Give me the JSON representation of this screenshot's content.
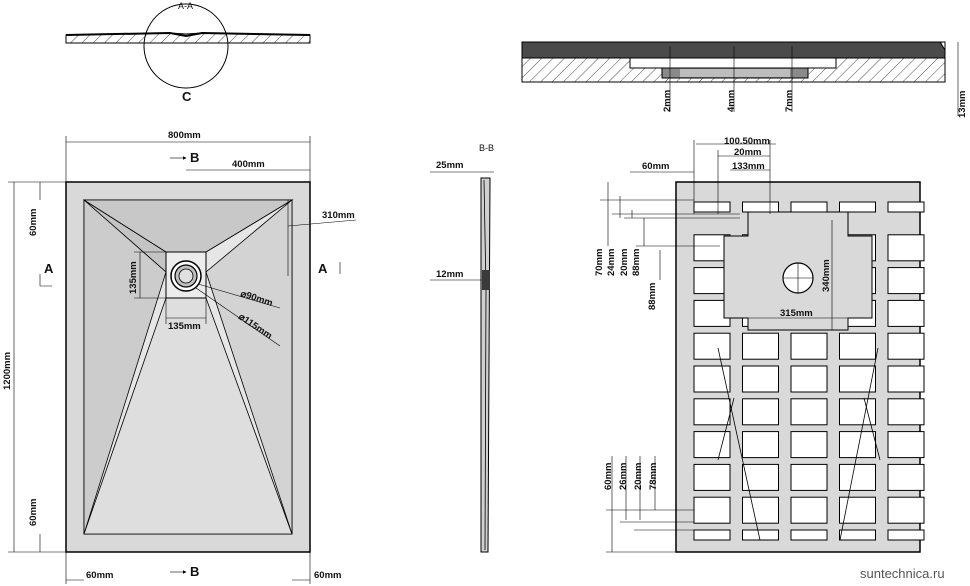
{
  "section_labels": {
    "aa": "A-A",
    "bb": "B-B",
    "c": "C",
    "a_left": "A",
    "a_right": "A",
    "b_top": "B",
    "b_bottom": "B"
  },
  "plan_view": {
    "width": "800mm",
    "height": "1200mm",
    "drain_offset": "400mm",
    "slope_length": "310mm",
    "drain_box_w": "135mm",
    "drain_box_h": "135mm",
    "drain_d1": "90mm",
    "drain_d2": "115mm",
    "border_top": "60mm",
    "border_bottom": "60mm",
    "border_left": "60mm",
    "border_right": "60mm"
  },
  "side_section": {
    "total": "25mm",
    "edge": "12mm"
  },
  "detail_section": {
    "d1": "2mm",
    "d2": "4mm",
    "d3": "7mm",
    "d4": "13mm"
  },
  "bottom_view": {
    "spacing": "100.50mm",
    "rib": "20mm",
    "cell": "133mm",
    "margin": "60mm",
    "r1": "70mm",
    "r2": "24mm",
    "r3": "20mm",
    "r4": "88mm",
    "r5": "88mm",
    "center_h": "340mm",
    "center_w": "315mm",
    "b1": "60mm",
    "b2": "26mm",
    "b3": "20mm",
    "b4": "78mm"
  },
  "watermark": "suntechnica.ru",
  "colors": {
    "tray_fill": "#d9d9d9",
    "slope_fill": "#c4c4c4",
    "dark_fill": "#4a4a4a"
  }
}
